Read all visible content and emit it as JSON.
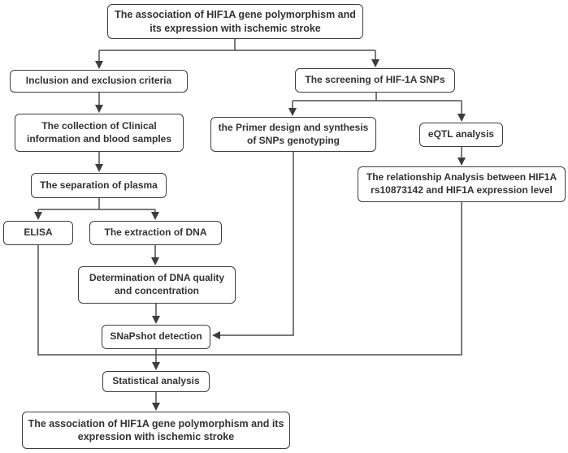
{
  "figure": {
    "type": "flowchart",
    "background_color": "#ffffff",
    "box_border_color": "#3d3d3d",
    "line_color": "#4d4d4d",
    "text_color": "#333333"
  },
  "nodes": {
    "top": {
      "label": "The association of HIF1A gene polymorphism and\nits expression with ischemic stroke"
    },
    "inclusion": {
      "label": "Inclusion and exclusion criteria"
    },
    "screening": {
      "label": "The screening of HIF-1A SNPs"
    },
    "collection": {
      "label": "The collection of Clinical\ninformation and blood samples"
    },
    "primer": {
      "label": "the Primer design and synthesis\nof SNPs genotyping"
    },
    "eqtl": {
      "label": "eQTL analysis"
    },
    "plasma": {
      "label": "The separation of plasma"
    },
    "relationship": {
      "label": "The relationship Analysis between HIF1A\nrs10873142 and HIF1A expression level"
    },
    "elisa": {
      "label": "ELISA"
    },
    "extraction": {
      "label": "The extraction of DNA"
    },
    "determination": {
      "label": "Determination of DNA quality\nand concentration"
    },
    "snapshot": {
      "label": "SNaPshot detection"
    },
    "statistical": {
      "label": "Statistical analysis"
    },
    "bottom": {
      "label": "The association of HIF1A gene polymorphism and its\nexpression with ischemic stroke"
    }
  },
  "edges": [
    {
      "from": "top",
      "to": "inclusion"
    },
    {
      "from": "top",
      "to": "screening"
    },
    {
      "from": "inclusion",
      "to": "collection"
    },
    {
      "from": "collection",
      "to": "plasma"
    },
    {
      "from": "plasma",
      "to": "elisa"
    },
    {
      "from": "plasma",
      "to": "extraction"
    },
    {
      "from": "extraction",
      "to": "determination"
    },
    {
      "from": "determination",
      "to": "snapshot"
    },
    {
      "from": "screening",
      "to": "primer"
    },
    {
      "from": "screening",
      "to": "eqtl"
    },
    {
      "from": "eqtl",
      "to": "relationship"
    },
    {
      "from": "primer",
      "to": "snapshot"
    },
    {
      "from": "elisa",
      "to": "statistical"
    },
    {
      "from": "relationship",
      "to": "statistical"
    },
    {
      "from": "snapshot",
      "to": "statistical"
    },
    {
      "from": "statistical",
      "to": "bottom"
    }
  ]
}
